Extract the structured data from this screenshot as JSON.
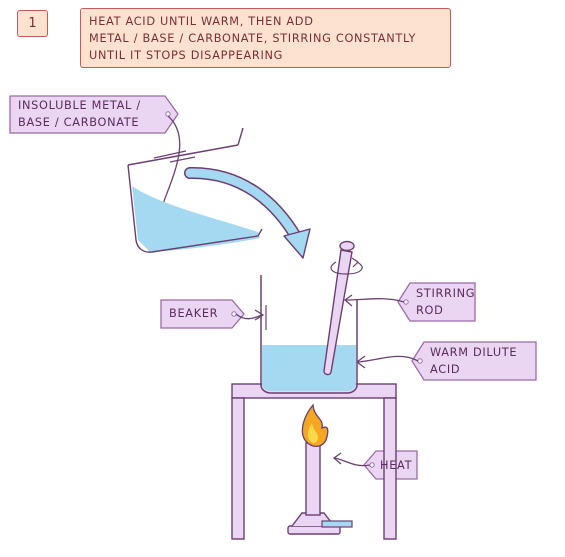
{
  "step": {
    "number": "1"
  },
  "instruction": {
    "lines": [
      "HEAT  ACID  UNTIL  WARM,  THEN  ADD",
      "METAL / BASE / CARBONATE,  STIRRING  CONSTANTLY",
      "UNTIL  IT  STOPS  DISAPPEARING"
    ]
  },
  "labels": {
    "insoluble": [
      "INSOLUBLE  METAL /",
      "BASE / CARBONATE"
    ],
    "beaker": "BEAKER",
    "stirring_rod": [
      "STIRRING",
      "ROD"
    ],
    "acid": [
      "WARM  DILUTE",
      "ACID"
    ],
    "heat": "HEAT"
  },
  "colors": {
    "label_fill": "#ead6f2",
    "label_stroke": "#9c6aa8",
    "instruction_fill": "#fde3cf",
    "instruction_stroke": "#c45a5a",
    "liquid": "#a5d9f1",
    "glass_outline": "#6c3f72",
    "stand": "#ead6f2",
    "flame_outer": "#f5a623",
    "flame_inner": "#fbd84a"
  }
}
